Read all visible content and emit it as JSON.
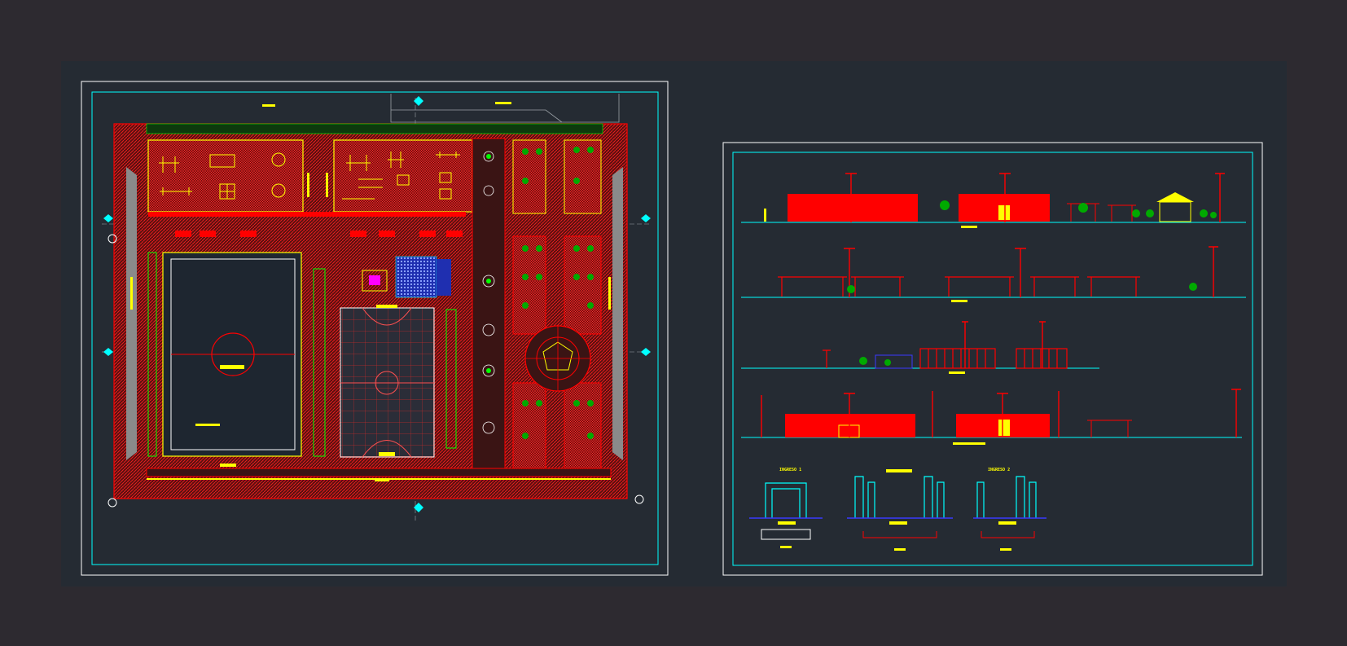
{
  "drawing": {
    "colors": {
      "background": "#2d2a30",
      "model_space": "#252b33",
      "sheet_border": "#ffffff",
      "frame": "#00ffff",
      "primary": "#ff0000",
      "text": "#ffff00",
      "planting": "#00ff00",
      "structure": "#ff00ff",
      "water": "#3a3aff",
      "axis": "#9aa0a6"
    },
    "sheets": [
      {
        "name": "site-plan",
        "icons": [
          "grid-axis-marker-icon",
          "soccer-field-icon",
          "basketball-court-icon",
          "fountain-icon",
          "tree-icon"
        ]
      },
      {
        "name": "elevations",
        "labels": [
          "INGRESO 1",
          "INGRESO 2"
        ],
        "icons": [
          "lamp-post-icon",
          "gazebo-icon",
          "pergola-icon",
          "tree-icon"
        ]
      }
    ]
  }
}
